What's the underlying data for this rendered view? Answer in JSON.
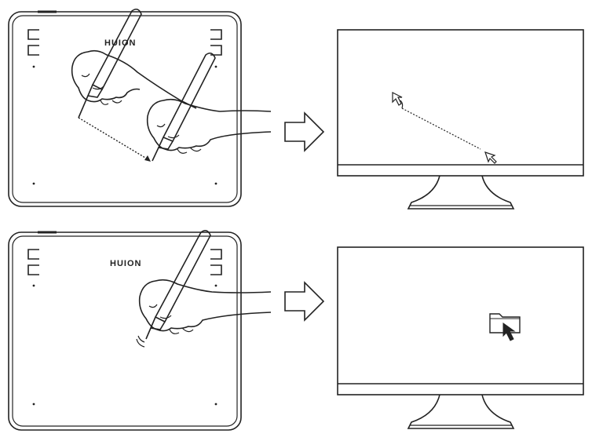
{
  "panels": [
    {
      "id": "move-cursor",
      "tablet": {
        "brand": "HUION"
      },
      "action": "hover-and-drag",
      "screen": {
        "cursor": "arrow-outline-drag"
      }
    },
    {
      "id": "click-folder",
      "tablet": {
        "brand": "HUION"
      },
      "action": "tap",
      "screen": {
        "cursor": "arrow-filled",
        "target": "folder-icon"
      }
    }
  ],
  "colors": {
    "ink": "#222222",
    "paper": "#ffffff",
    "skin": "#ffffff"
  }
}
